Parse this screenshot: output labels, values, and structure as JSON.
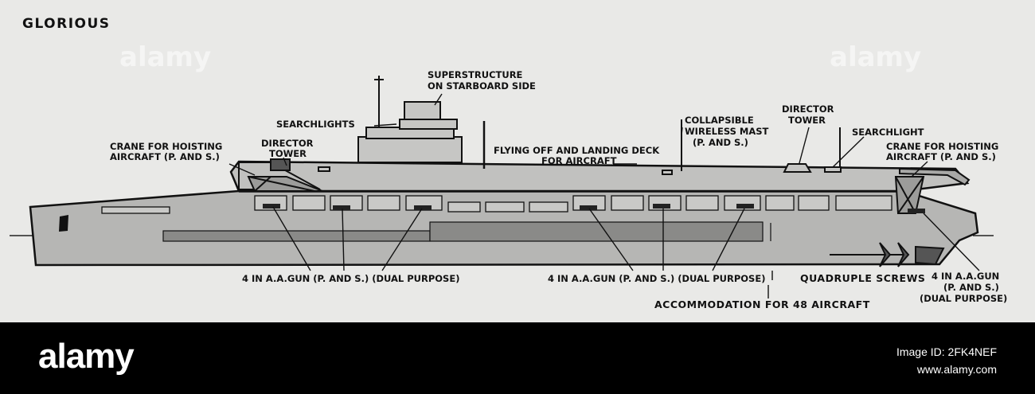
{
  "title": "GLORIOUS",
  "watermarks": [
    "alamy",
    "alamy"
  ],
  "labels": {
    "superstructure": [
      "SUPERSTRUCTURE",
      "ON STARBOARD SIDE"
    ],
    "searchlights": "SEARCHLIGHTS",
    "crane_fwd": [
      "CRANE FOR HOISTING",
      "AIRCRAFT (P. AND S.)"
    ],
    "director_fwd": [
      "DIRECTOR",
      "TOWER"
    ],
    "flying_deck": [
      "FLYING OFF AND LANDING DECK",
      "FOR AIRCRAFT"
    ],
    "wireless_mast": [
      "COLLAPSIBLE",
      "WIRELESS MAST",
      "(P. AND S.)"
    ],
    "director_aft": [
      "DIRECTOR",
      "TOWER"
    ],
    "searchlight": "SEARCHLIGHT",
    "crane_aft": [
      "CRANE FOR HOISTING",
      "AIRCRAFT (P. AND S.)"
    ],
    "gun_left": "4 IN A.A.GUN (P. AND S.) (DUAL PURPOSE)",
    "gun_mid": "4 IN A.A.GUN (P. AND S.) (DUAL PURPOSE)",
    "screws": "QUADRUPLE SCREWS",
    "gun_aft": [
      "4 IN A.A.GUN",
      "(P. AND S.)",
      "(DUAL PURPOSE)"
    ],
    "accommodation": "ACCOMMODATION FOR 48 AIRCRAFT"
  },
  "footer": {
    "logo": "alamy",
    "image_id": "Image ID: 2FK4NEF",
    "site": "www.alamy.com"
  }
}
